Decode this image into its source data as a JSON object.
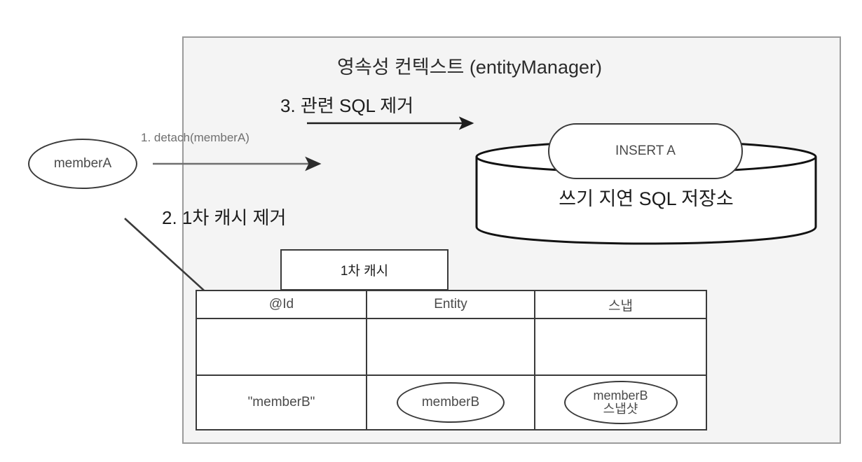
{
  "diagram": {
    "title": "영속성 컨텍스트 (entityManager)",
    "panel_bg": "#f4f4f4",
    "panel_border": "#9b9b9b"
  },
  "entities": {
    "member_a": "memberA"
  },
  "steps": {
    "step1": "1. detach(memberA)",
    "step2": "2. 1차 캐시 제거",
    "step3": "3. 관련 SQL 제거"
  },
  "sql_store": {
    "title": "쓰기 지연 SQL 저장소",
    "queued_statement": "INSERT A"
  },
  "cache": {
    "tab_label": "1차 캐시",
    "columns": [
      "@Id",
      "Entity",
      "스냅"
    ],
    "rows": [
      {
        "id": "",
        "entity": "",
        "snapshot_line1": "",
        "snapshot_line2": ""
      },
      {
        "id": "\"memberB\"",
        "entity": "memberB",
        "snapshot_line1": "memberB",
        "snapshot_line2": "스냅샷"
      }
    ]
  },
  "colors": {
    "stroke_dark": "#3a3a3a",
    "stroke_gray": "#6f6f6f",
    "text_dark": "#1d1d1d",
    "text_gray": "#4a4a4a"
  }
}
